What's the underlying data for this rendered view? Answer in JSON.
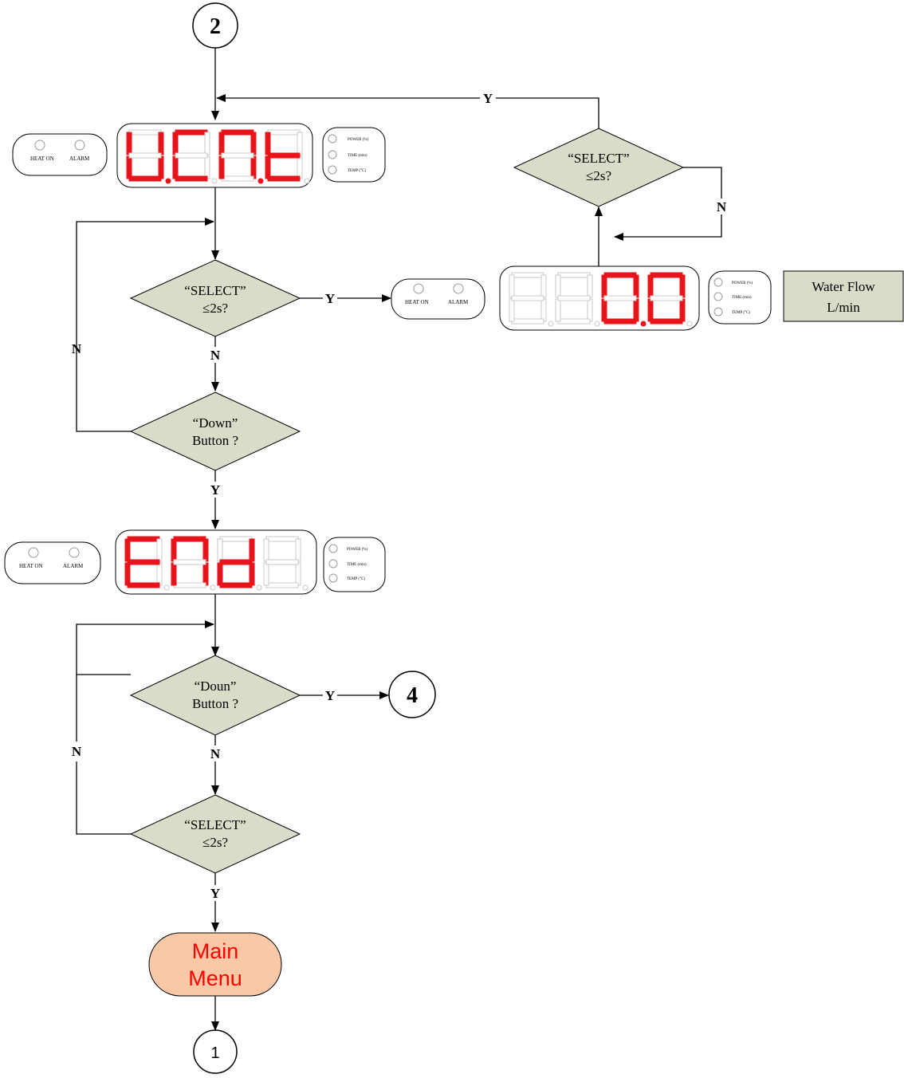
{
  "connectors": {
    "top": "2",
    "right": "4",
    "bottom": "1"
  },
  "indicator_labels": {
    "heat_on": "HEAT ON",
    "alarm": "ALARM"
  },
  "legend_labels": {
    "power": "POWER (%)",
    "time": "TIME (min)",
    "temp": "TEMP (°C)"
  },
  "displays": {
    "ucnt": {
      "chars": [
        "U",
        "C",
        "n",
        "t"
      ]
    },
    "end": {
      "chars": [
        "E",
        "n",
        "d",
        ""
      ]
    },
    "flow": {
      "chars": [
        "",
        "",
        "0",
        "0"
      ]
    }
  },
  "decisions": {
    "select1": {
      "line1": "“SELECT”",
      "line2": "≤2s?"
    },
    "down1": {
      "line1": "“Down”",
      "line2": "Button ?"
    },
    "doun2": {
      "line1": "“Doun”",
      "line2": "Button ?"
    },
    "select2": {
      "line1": "“SELECT”",
      "line2": "≤2s?"
    },
    "select3": {
      "line1": "“SELECT”",
      "line2": "≤2s?"
    }
  },
  "branch_labels": {
    "yes": "Y",
    "no": "N"
  },
  "water_flow": {
    "line1": "Water Flow",
    "line2": "L/min"
  },
  "terminal": {
    "line1": "Main",
    "line2": "Menu"
  },
  "colors": {
    "decision_fill": "#d8dcc8",
    "segment_on": "#e8141c",
    "segment_off": "#c8c8c8",
    "terminal_fill": "#f9c9a7",
    "terminal_text": "#ff0000"
  }
}
